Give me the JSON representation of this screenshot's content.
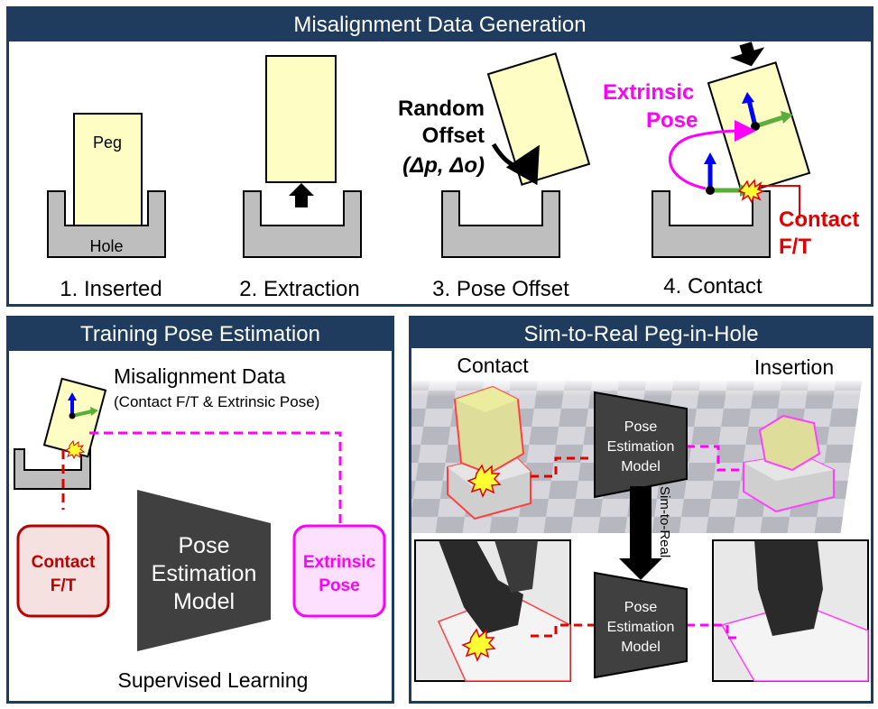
{
  "top": {
    "title": "Misalignment Data Generation",
    "peg_label": "Peg",
    "hole_label": "Hole",
    "step1": "1. Inserted",
    "step2": "2. Extraction",
    "step3": "3. Pose Offset",
    "step4": "4. Contact",
    "random_line1": "Random",
    "random_line2": "Offset",
    "random_line3": "(Δp, Δo)",
    "extrinsic_line1": "Extrinsic",
    "extrinsic_line2": "Pose",
    "contact_line1": "Contact",
    "contact_line2": "F/T"
  },
  "left": {
    "title": "Training Pose Estimation",
    "data_title": "Misalignment Data",
    "data_subtitle": "(Contact F/T & Extrinsic Pose)",
    "contact_box_line1": "Contact",
    "contact_box_line2": "F/T",
    "model_line1": "Pose",
    "model_line2": "Estimation",
    "model_line3": "Model",
    "extrinsic_box_line1": "Extrinsic",
    "extrinsic_box_line2": "Pose",
    "footer": "Supervised Learning"
  },
  "right": {
    "title": "Sim-to-Real Peg-in-Hole",
    "contact_label": "Contact",
    "insertion_label": "Insertion",
    "model_line1": "Pose",
    "model_line2": "Estimation",
    "model_line3": "Model",
    "sim_to_real": "Sim-to-Real"
  },
  "colors": {
    "header_navy": "#1f3b5e",
    "peg_yellow": "#fdfdc4",
    "hole_gray": "#bebebe",
    "contact_red": "#e00000",
    "extrinsic_magenta": "#ff00ff",
    "model_dark": "#404040",
    "axis_blue": "#0000ff",
    "axis_green": "#5cae3c"
  }
}
